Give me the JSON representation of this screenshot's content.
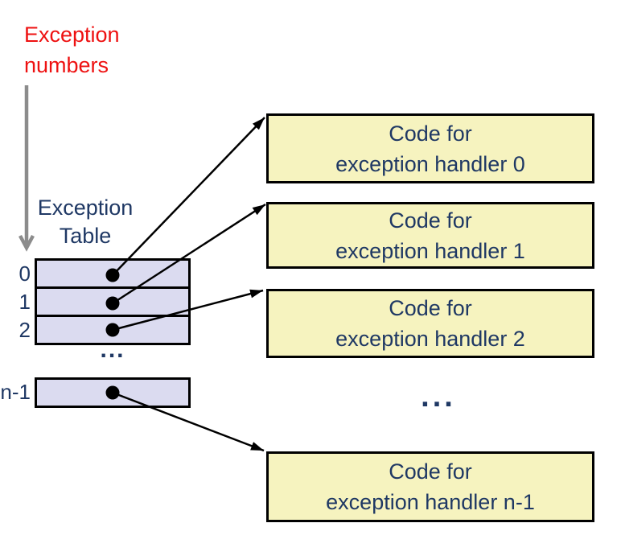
{
  "diagram": {
    "pointer_label": "Exception numbers",
    "table_title": "Exception Table",
    "row_labels": [
      "0",
      "1",
      "2"
    ],
    "last_row_label": "n-1",
    "table_ellipsis": "...",
    "handlers_ellipsis": "...",
    "handlers": [
      {
        "line1": "Code for",
        "line2": "exception handler 0"
      },
      {
        "line1": "Code for",
        "line2": "exception handler 1"
      },
      {
        "line1": "Code for",
        "line2": "exception handler 2"
      },
      {
        "line1": "Code for",
        "line2": "exception handler n-1"
      }
    ],
    "colors": {
      "label_red": "#ee1111",
      "text_navy": "#1f3864",
      "table_fill": "#dbdbf0",
      "handler_fill": "#f6f3bf",
      "arrow_black": "#000000",
      "arrow_gray": "#8c8c8c",
      "background": "#ffffff"
    }
  }
}
